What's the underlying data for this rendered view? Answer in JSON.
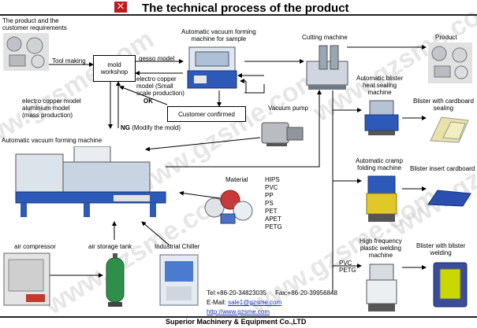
{
  "title": "The technical process of the product",
  "logo_mark": "⛌",
  "labels": {
    "product_requirements": [
      "The product and the",
      "customer requirements"
    ],
    "tool_making": "Tool making",
    "mold_workshop": [
      "mold",
      "workshop"
    ],
    "gesso_model": "gesso model",
    "auto_vac_sample": [
      "Automatic vacuum forming",
      "machine for sample"
    ],
    "copper_small": [
      "electro copper",
      "model (Small",
      "scale production)"
    ],
    "ok": "OK",
    "customer_confirmed": "Customer confirmed",
    "vacuum_pump": "Vacuum pump",
    "mass_models": [
      "electro copper model",
      "aluminium model",
      "(mass production)"
    ],
    "ng": "NG",
    "ng_note": " (Modify the mold)",
    "auto_vac_machine": "Automatic vacuum forming machine",
    "cutting_machine": "Cutting machine",
    "product": "Product",
    "blister_heat_seal": [
      "Automatic blister",
      "heat sealing",
      "machine"
    ],
    "blister_cardboard_sealing": [
      "Blister with cardboard",
      "sealing"
    ],
    "cramp_folding": [
      "Automatic cramp",
      "folding machine"
    ],
    "blister_insert": "Blister insert cardboard",
    "hf_welding": [
      "High frequency",
      "plastic welding",
      "machine"
    ],
    "blister_welding": [
      "Blister with blister",
      "welding"
    ],
    "pvc_petg": [
      "PVC",
      "PETG"
    ],
    "material": "Material",
    "materials": [
      "HIPS",
      "PVC",
      "PP",
      "PS",
      "PET",
      "APET",
      "PETG"
    ],
    "air_compressor": "air compressor",
    "air_tank": "air storage tank",
    "chiller": "Industrial Chiller"
  },
  "contact": {
    "tel": "Tel:+86-20-34823035",
    "fax": "Fax:+86-20-39956848",
    "email_label": "E-Mail: ",
    "email": "sale1@gzsme.com",
    "url": "http://www.gzsme.com"
  },
  "company": "Superior Machinery & Equipment Co.,LTD",
  "watermark": "www.gzsme.com",
  "colors": {
    "logo_red": "#c0181c",
    "machine_blue": "#2d59b8",
    "watermark": "#c9c9c9"
  }
}
